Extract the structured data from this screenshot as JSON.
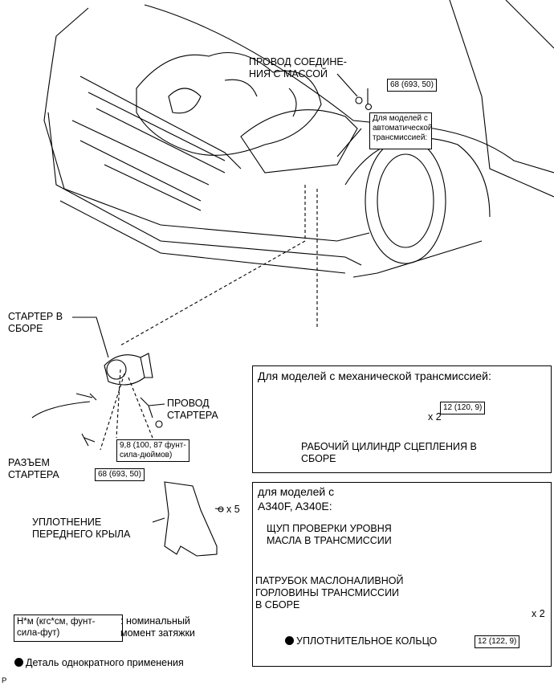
{
  "labels": {
    "ground_wire": "ПРОВОД СОЕДИНЕ-\nНИЯ С МАССОЙ",
    "torque_top": "68 (693, 50)",
    "auto_note": "Для моделей с\nавтоматической\nтрансмиссией:",
    "starter_assembly": "СТАРТЕР В\nСБОРЕ",
    "starter_wire": "ПРОВОД\nСТАРТЕРА",
    "torque_nut": "9,8 (100, 87 фунт-\nсила-дюймов)",
    "starter_connector": "РАЗЪЕМ\nСТАРТЕРА",
    "torque_bolt": "68 (693, 50)",
    "fender_seal": "УПЛОТНЕНИЕ\nПЕРЕДНЕГО КРЫЛА",
    "qty_seal": "x 5",
    "corner_code": "P"
  },
  "manual_panel": {
    "title": "Для моделей с механической трансмиссией:",
    "torque": "12 (120, 9)",
    "qty": "x 2",
    "part": "РАБОЧИЙ ЦИЛИНДР СЦЕПЛЕНИЯ В\nСБОРЕ"
  },
  "a340_panel": {
    "title": "для моделей с\nA340F, A340E:",
    "dipstick": "ЩУП ПРОВЕРКИ УРОВНЯ\nМАСЛА В ТРАНСМИССИИ",
    "filler_tube": "ПАТРУБОК МАСЛОНАЛИВНОЙ\nГОРЛОВИНЫ ТРАНСМИССИИ\nВ СБОРЕ",
    "oring": "УПЛОТНИТЕЛЬНОЕ КОЛЬЦО",
    "torque": "12 (122, 9)",
    "qty": "x 2"
  },
  "legend": {
    "unit_box": "Н*м (кгс*см, фунт-\nсила-фут)",
    "unit_desc": ": номинальный\nмомент затяжки",
    "single_use": "Деталь однократного применения"
  }
}
